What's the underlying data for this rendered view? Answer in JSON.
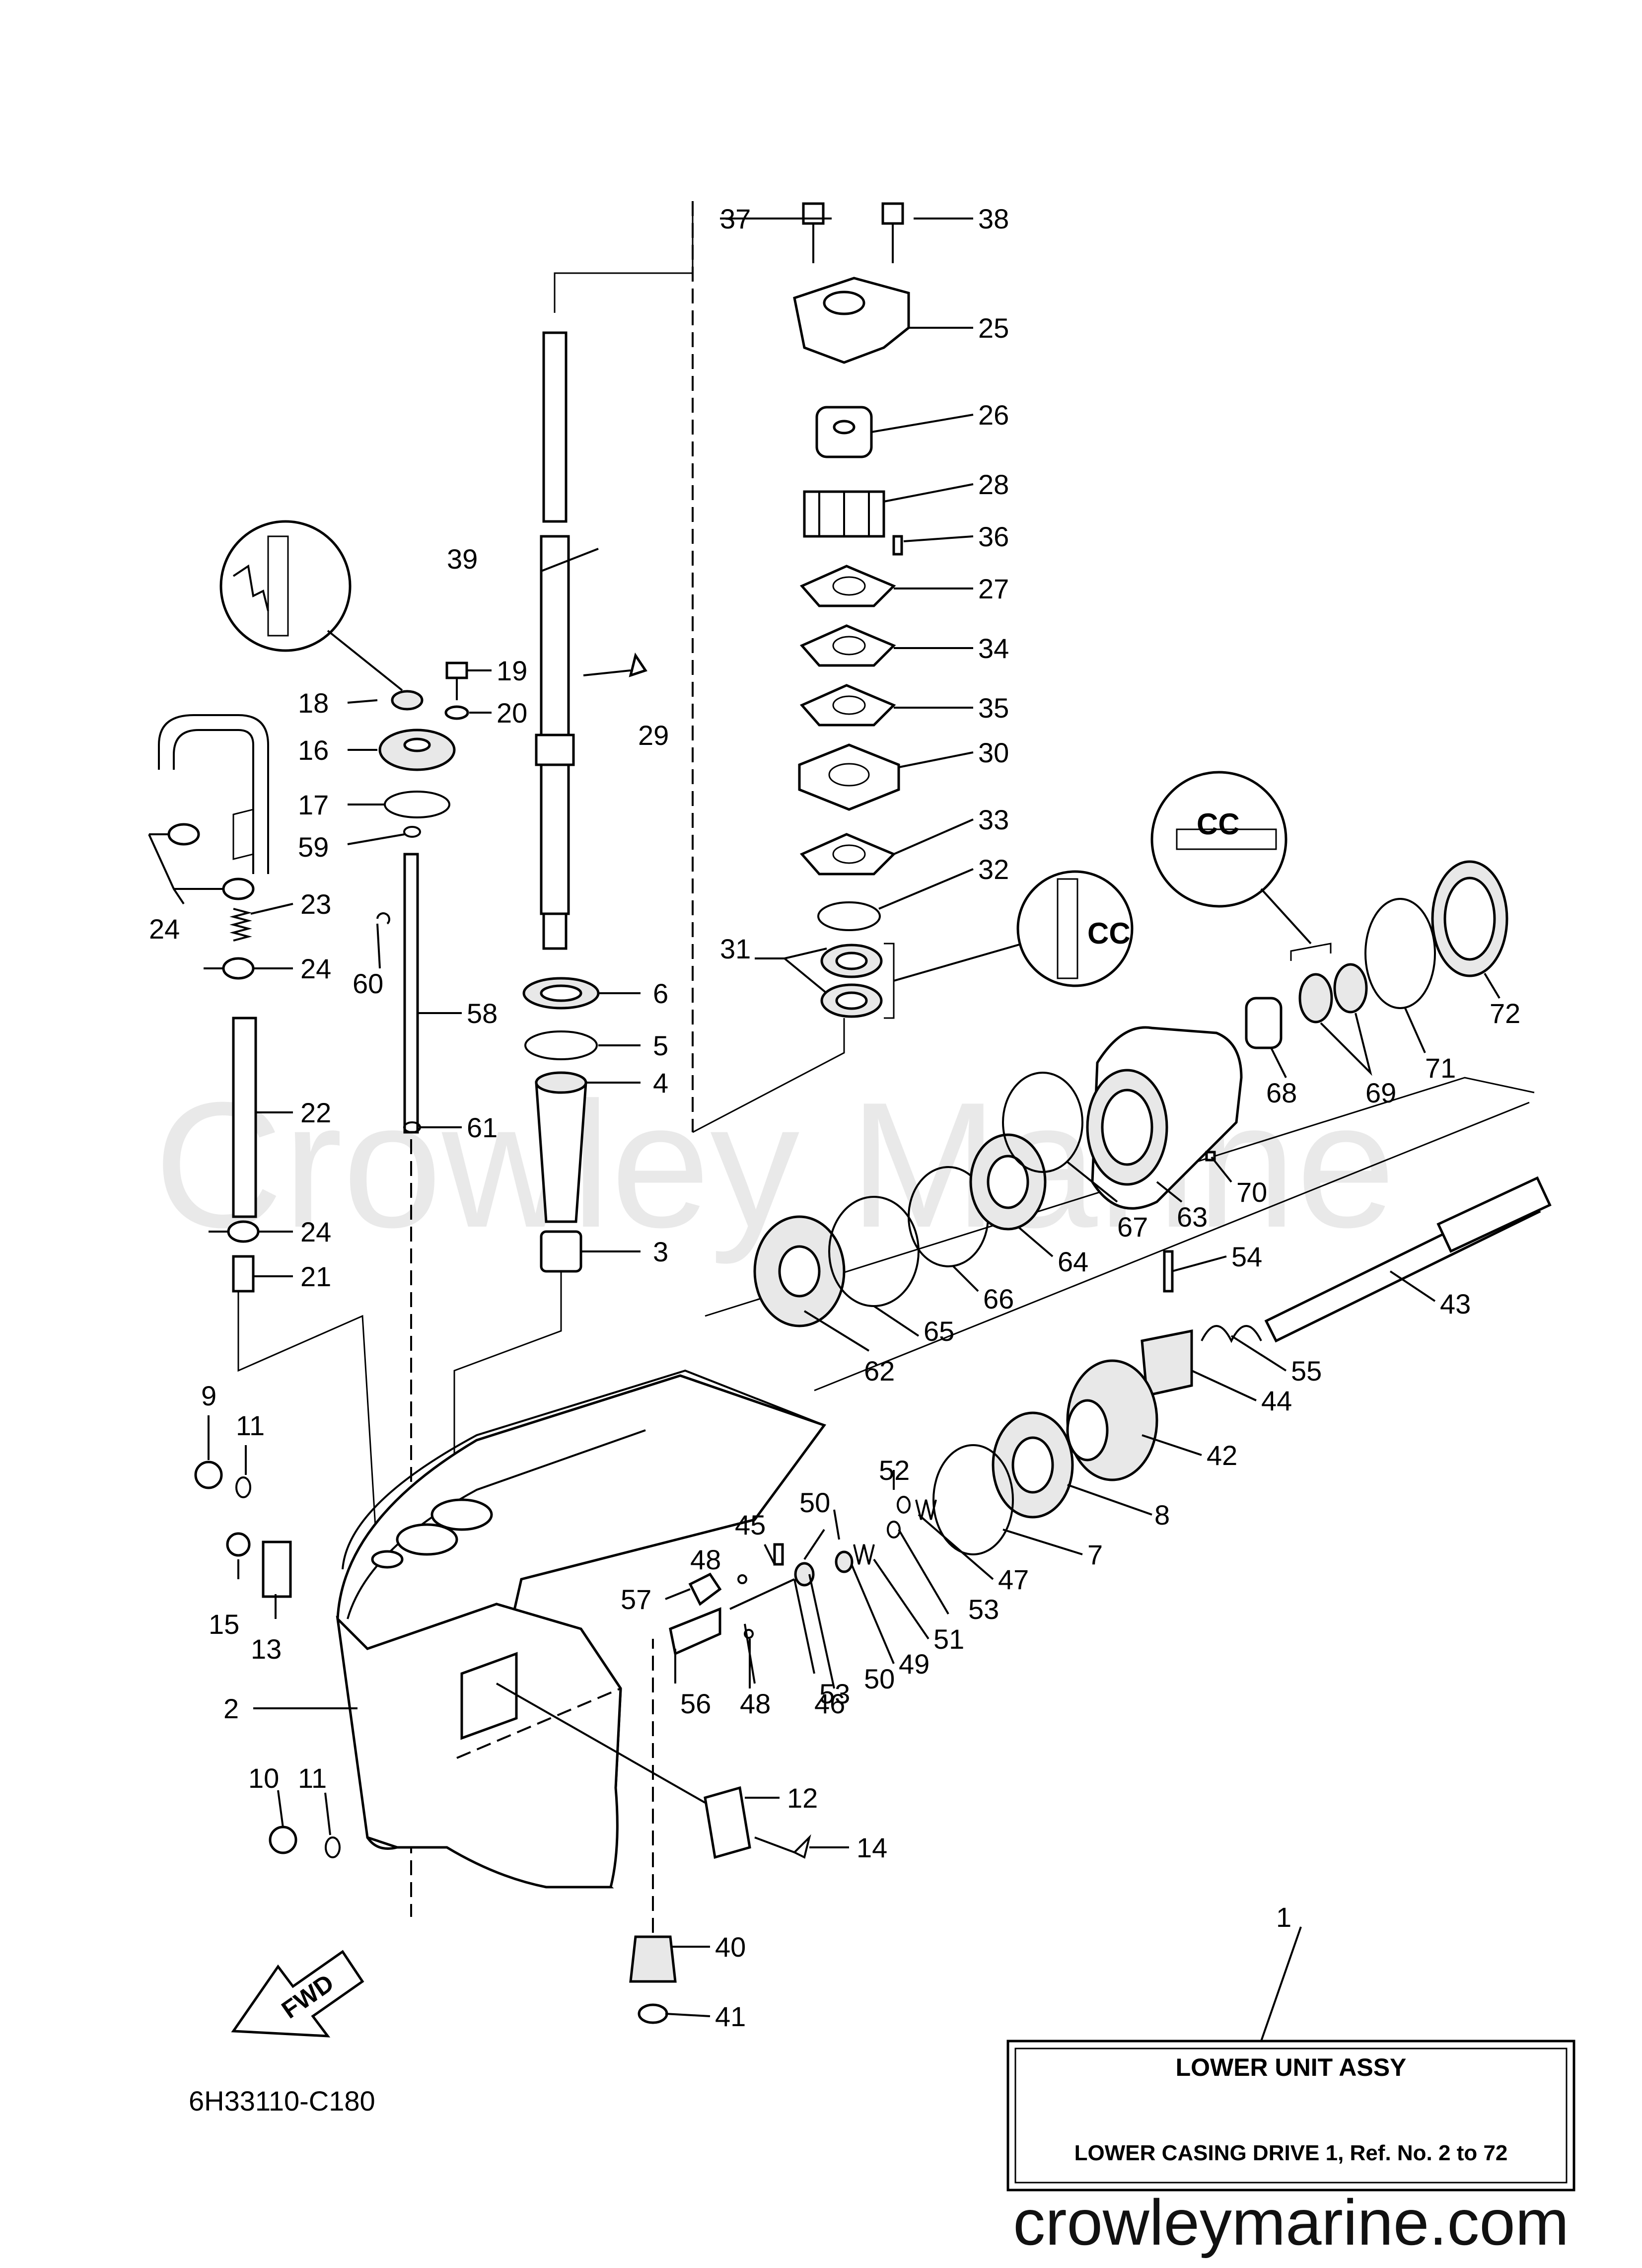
{
  "watermark": "Crowley Marine",
  "footer_url": "crowleymarine.com",
  "diagram_code": "6H33110-C180",
  "fwd_label": "FWD",
  "title_box": {
    "ref": "1",
    "title": "LOWER UNIT ASSY",
    "subtitle": "LOWER CASING DRIVE 1, Ref. No. 2 to 72"
  },
  "callouts": {
    "c1": "1",
    "c2": "2",
    "c3": "3",
    "c4": "4",
    "c5": "5",
    "c6": "6",
    "c7": "7",
    "c8": "8",
    "c9": "9",
    "c10": "10",
    "c11a": "11",
    "c11b": "11",
    "c12": "12",
    "c13": "13",
    "c14": "14",
    "c15": "15",
    "c16": "16",
    "c17": "17",
    "c18": "18",
    "c19": "19",
    "c20": "20",
    "c21": "21",
    "c22": "22",
    "c23": "23",
    "c24a": "24",
    "c24b": "24",
    "c24c": "24",
    "c25": "25",
    "c26": "26",
    "c27": "27",
    "c28": "28",
    "c29": "29",
    "c30": "30",
    "c31": "31",
    "c32": "32",
    "c33": "33",
    "c34": "34",
    "c35": "35",
    "c36": "36",
    "c37": "37",
    "c38": "38",
    "c39": "39",
    "c40": "40",
    "c41": "41",
    "c42": "42",
    "c43": "43",
    "c44": "44",
    "c45": "45",
    "c46": "46",
    "c47": "47",
    "c48a": "48",
    "c48b": "48",
    "c49": "49",
    "c50a": "50",
    "c50b": "50",
    "c51": "51",
    "c52": "52",
    "c53a": "53",
    "c53b": "53",
    "c54": "54",
    "c55": "55",
    "c56": "56",
    "c57": "57",
    "c58": "58",
    "c59": "59",
    "c60": "60",
    "c61": "61",
    "c62": "62",
    "c63": "63",
    "c64": "64",
    "c65": "65",
    "c66": "66",
    "c67": "67",
    "c68": "68",
    "c69": "69",
    "c70": "70",
    "c71": "71",
    "c72": "72"
  }
}
